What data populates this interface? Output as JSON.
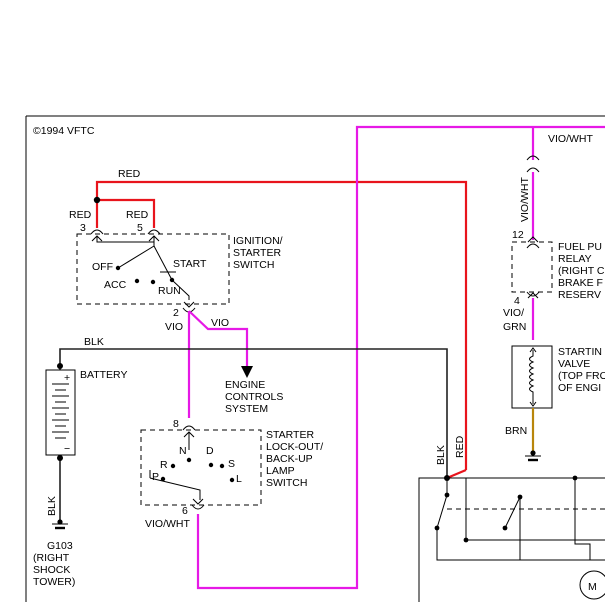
{
  "copyright": "©1994 VFTC",
  "wires": {
    "red_top": "RED",
    "red_3": "RED",
    "red_5": "RED",
    "vio": "VIO",
    "vio_branch": "VIO",
    "blk_top": "BLK",
    "blk_ground": "BLK",
    "blk_right": "BLK",
    "red_right": "RED",
    "vio_wht_bottom": "VIO/WHT",
    "vio_wht_top": "VIO/WHT",
    "vio_wht_vertical": "VIO/WHT",
    "vio_grn_1": "VIO/",
    "vio_grn_2": "GRN",
    "brn": "BRN"
  },
  "pins": {
    "p3": "3",
    "p5": "5",
    "p2": "2",
    "p8": "8",
    "p6": "6",
    "p12": "12",
    "p4": "4"
  },
  "ignition_switch": {
    "label1": "IGNITION/",
    "label2": "STARTER",
    "label3": "SWITCH",
    "off": "OFF",
    "acc": "ACC",
    "start": "START",
    "run": "RUN"
  },
  "battery": {
    "label": "BATTERY",
    "plus": "+",
    "minus": "−"
  },
  "ground": {
    "id": "G103",
    "line1": "(RIGHT",
    "line2": "SHOCK",
    "line3": "TOWER)"
  },
  "engine_controls": {
    "line1": "ENGINE",
    "line2": "CONTROLS",
    "line3": "SYSTEM"
  },
  "lockout_switch": {
    "line1": "STARTER",
    "line2": "LOCK-OUT/",
    "line3": "BACK-UP",
    "line4": "LAMP",
    "line5": "SWITCH",
    "n": "N",
    "d": "D",
    "r": "R",
    "s": "S",
    "p": "P",
    "l": "L"
  },
  "fuel_relay": {
    "line1": "FUEL PU",
    "line2": "RELAY",
    "line3": "(RIGHT C",
    "line4": "BRAKE F",
    "line5": "RESERV"
  },
  "starting_valve": {
    "line1": "STARTIN",
    "line2": "VALVE",
    "line3": "(TOP FRO",
    "line4": "OF ENGI"
  },
  "motor": {
    "label": "M"
  }
}
